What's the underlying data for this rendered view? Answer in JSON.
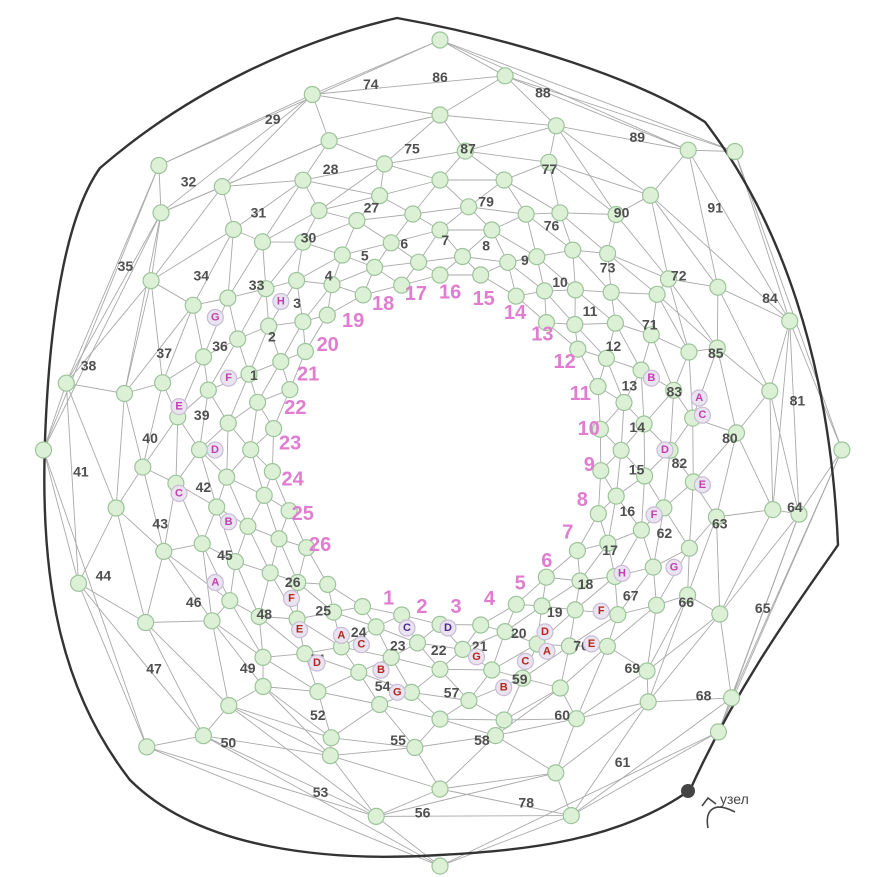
{
  "face_numbers_outer": [
    "86",
    "87",
    "79",
    "88",
    "77",
    "76",
    "89",
    "90",
    "73",
    "91",
    "72",
    "71",
    "84",
    "85",
    "83",
    "81",
    "80",
    "82",
    "64",
    "63",
    "62",
    "65",
    "66",
    "67",
    "68",
    "69",
    "70",
    "61",
    "60",
    "59",
    "78",
    "58",
    "57",
    "56",
    "55",
    "54",
    "53",
    "52",
    "51",
    "50",
    "49",
    "48",
    "47",
    "46",
    "45",
    "44",
    "43",
    "42",
    "41",
    "40",
    "39",
    "38",
    "37",
    "36",
    "35",
    "34",
    "33",
    "32",
    "31",
    "30",
    "29",
    "28",
    "27",
    "74",
    "75"
  ],
  "face_numbers_inner": [
    "1",
    "2",
    "3",
    "4",
    "5",
    "6",
    "7",
    "8",
    "9",
    "10",
    "11",
    "12",
    "13",
    "14",
    "15",
    "16",
    "17",
    "18",
    "19",
    "20",
    "21",
    "22",
    "23",
    "24",
    "25",
    "26"
  ],
  "pink_numbers": [
    "1",
    "2",
    "3",
    "4",
    "5",
    "6",
    "7",
    "8",
    "9",
    "10",
    "11",
    "12",
    "13",
    "14",
    "15",
    "16",
    "17",
    "18",
    "19",
    "20",
    "21",
    "22",
    "23",
    "24",
    "25",
    "26"
  ],
  "markers": {
    "A": "A",
    "B": "B",
    "C": "C",
    "D": "D",
    "E": "E",
    "F": "F",
    "G": "G",
    "H": "H"
  },
  "knot_label": "узел"
}
